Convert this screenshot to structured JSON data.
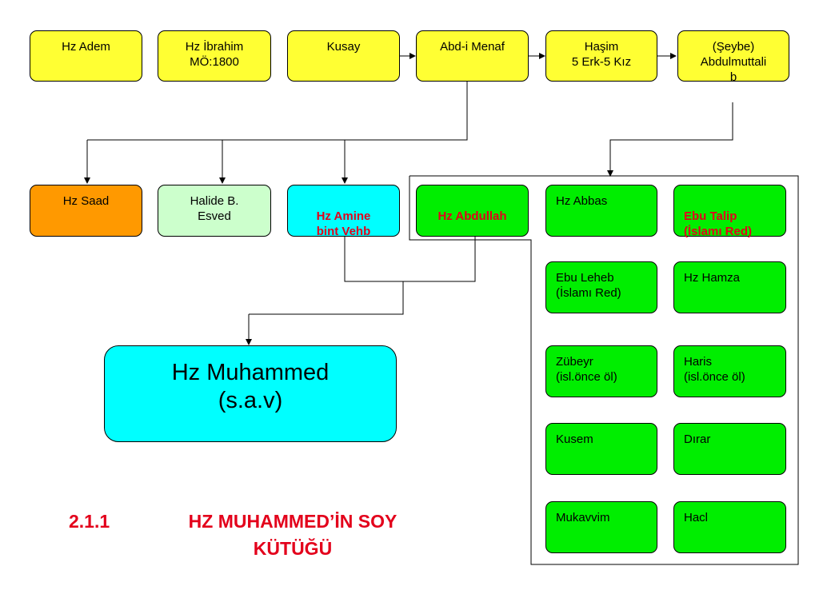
{
  "top_row": [
    {
      "id": "adem",
      "label": "Hz Adem"
    },
    {
      "id": "ibrahim",
      "label": "Hz İbrahim\nMÖ:1800"
    },
    {
      "id": "kusay",
      "label": "Kusay"
    },
    {
      "id": "abd_menaf",
      "label": "Abd-i Menaf"
    },
    {
      "id": "hasim",
      "label": "Haşim\n5 Erk-5 Kız"
    },
    {
      "id": "abdulmuttalib",
      "label": "(Şeybe)\nAbdulmuttali\nb"
    }
  ],
  "second_row": [
    {
      "id": "saad",
      "label": "Hz Saad"
    },
    {
      "id": "halide",
      "label": "Halide B.\nEsved"
    },
    {
      "id": "amine",
      "label": "Hz Amine\nbint Vehb"
    },
    {
      "id": "abdullah",
      "label": "Hz Abdullah"
    },
    {
      "id": "abbas",
      "label": "Hz Abbas"
    },
    {
      "id": "ebu_talip",
      "label": "Ebu Talip\n(İslamı Red)"
    }
  ],
  "children": [
    {
      "id": "ebu_leheb",
      "label": "Ebu Leheb\n(İslamı Red)"
    },
    {
      "id": "hamza",
      "label": "Hz Hamza"
    },
    {
      "id": "zubeyr",
      "label": "Zübeyr\n(isl.önce öl)"
    },
    {
      "id": "haris",
      "label": "Haris\n(isl.önce öl)"
    },
    {
      "id": "kusem",
      "label": "Kusem"
    },
    {
      "id": "dirar",
      "label": "Dırar"
    },
    {
      "id": "mukavvim",
      "label": "Mukavvim"
    },
    {
      "id": "hacl",
      "label": "Hacl"
    }
  ],
  "muhammed": {
    "label": "Hz Muhammed\n(s.a.v)"
  },
  "title": {
    "number": "2.1.1",
    "text": "HZ MUHAMMED’İN SOY\nKÜTÜĞÜ"
  }
}
